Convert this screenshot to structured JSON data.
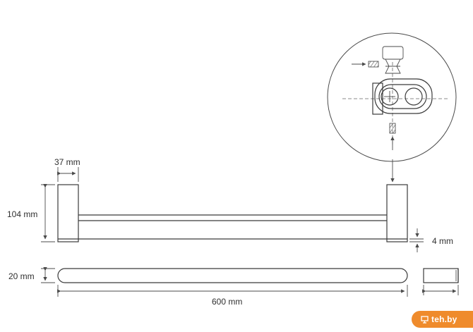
{
  "dimensions": {
    "mount_width": "37 mm",
    "height": "104 mm",
    "depth": "20 mm",
    "length": "600 mm",
    "gap": "4 mm"
  },
  "brand": {
    "text": "teh.by",
    "icon": "monitor-icon",
    "background_color": "#ef8b2c",
    "text_color": "#ffffff"
  },
  "drawing_color": "#3b3b3b"
}
